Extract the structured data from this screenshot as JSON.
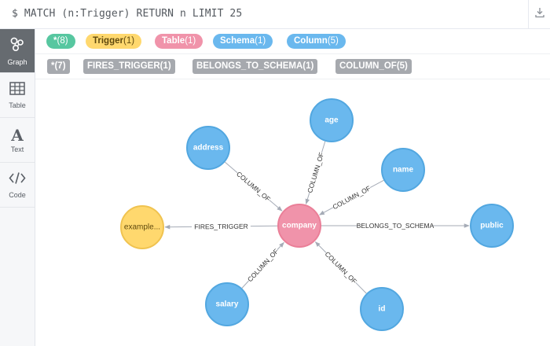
{
  "query": "$ MATCH (n:Trigger) RETURN n LIMIT 25",
  "sidebar": {
    "items": [
      {
        "label": "Graph"
      },
      {
        "label": "Table"
      },
      {
        "label": "Text"
      },
      {
        "label": "Code"
      }
    ]
  },
  "legend": {
    "labels": [
      {
        "name": "*",
        "count": "(8)",
        "color": "#57c7a0",
        "text_color": "#ffffff"
      },
      {
        "name": "Trigger",
        "count": "(1)",
        "color": "#ffd86e",
        "text_color": "#604a0e"
      },
      {
        "name": "Table",
        "count": "(1)",
        "color": "#f093aa",
        "text_color": "#ffffff"
      },
      {
        "name": "Schema",
        "count": "(1)",
        "color": "#6ab8ee",
        "text_color": "#ffffff"
      },
      {
        "name": "Column",
        "count": "(5)",
        "color": "#6ab8ee",
        "text_color": "#ffffff"
      }
    ],
    "relationships": [
      {
        "name": "*(7)"
      },
      {
        "name": "FIRES_TRIGGER(1)"
      },
      {
        "name": "BELONGS_TO_SCHEMA(1)"
      },
      {
        "name": "COLUMN_OF(5)"
      }
    ]
  },
  "graph": {
    "nodes": [
      {
        "id": "company",
        "label": "company",
        "type": "Table",
        "color": "#f093aa",
        "stroke": "#ea7f98"
      },
      {
        "id": "age",
        "label": "age",
        "type": "Column",
        "color": "#6ab8ee",
        "stroke": "#52a7e0"
      },
      {
        "id": "address",
        "label": "address",
        "type": "Column",
        "color": "#6ab8ee",
        "stroke": "#52a7e0"
      },
      {
        "id": "name",
        "label": "name",
        "type": "Column",
        "color": "#6ab8ee",
        "stroke": "#52a7e0"
      },
      {
        "id": "public",
        "label": "public",
        "type": "Schema",
        "color": "#6ab8ee",
        "stroke": "#52a7e0"
      },
      {
        "id": "example",
        "label": "example...",
        "type": "Trigger",
        "color": "#ffd86e",
        "stroke": "#f0c350",
        "text_color": "#604a0e"
      },
      {
        "id": "salary",
        "label": "salary",
        "type": "Column",
        "color": "#6ab8ee",
        "stroke": "#52a7e0"
      },
      {
        "id": "id",
        "label": "id",
        "type": "Column",
        "color": "#6ab8ee",
        "stroke": "#52a7e0"
      }
    ],
    "relationships": [
      {
        "source": "address",
        "target": "company",
        "type": "COLUMN_OF"
      },
      {
        "source": "age",
        "target": "company",
        "type": "COLUMN_OF"
      },
      {
        "source": "name",
        "target": "company",
        "type": "COLUMN_OF"
      },
      {
        "source": "company",
        "target": "example",
        "type": "FIRES_TRIGGER"
      },
      {
        "source": "company",
        "target": "public",
        "type": "BELONGS_TO_SCHEMA"
      },
      {
        "source": "salary",
        "target": "company",
        "type": "COLUMN_OF"
      },
      {
        "source": "id",
        "target": "company",
        "type": "COLUMN_OF"
      }
    ]
  }
}
